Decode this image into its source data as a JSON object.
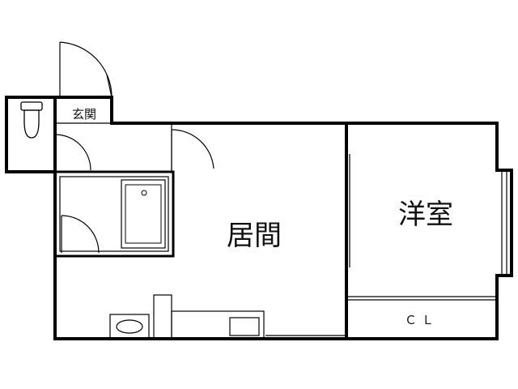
{
  "rooms": {
    "entrance": "玄関",
    "living": "居間",
    "western_room": "洋室",
    "closet": "ＣＬ"
  },
  "colors": {
    "wall": "#000000",
    "background": "#ffffff"
  }
}
